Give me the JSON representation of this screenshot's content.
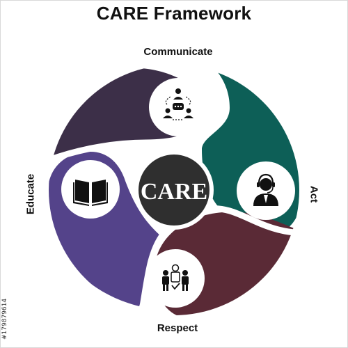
{
  "title": "CARE Framework",
  "center_label": "CARE",
  "segments": [
    {
      "name": "Communicate",
      "color": "#3c2f48",
      "icon": "people-network-chat-icon"
    },
    {
      "name": "Act",
      "color": "#0d5f57",
      "icon": "support-agent-headset-icon"
    },
    {
      "name": "Respect",
      "color": "#5a2a36",
      "icon": "group-respect-icon"
    },
    {
      "name": "Educate",
      "color": "#54438a",
      "icon": "open-book-icon"
    }
  ],
  "center_color": "#2f2f2f",
  "watermark_id": "#179879614"
}
